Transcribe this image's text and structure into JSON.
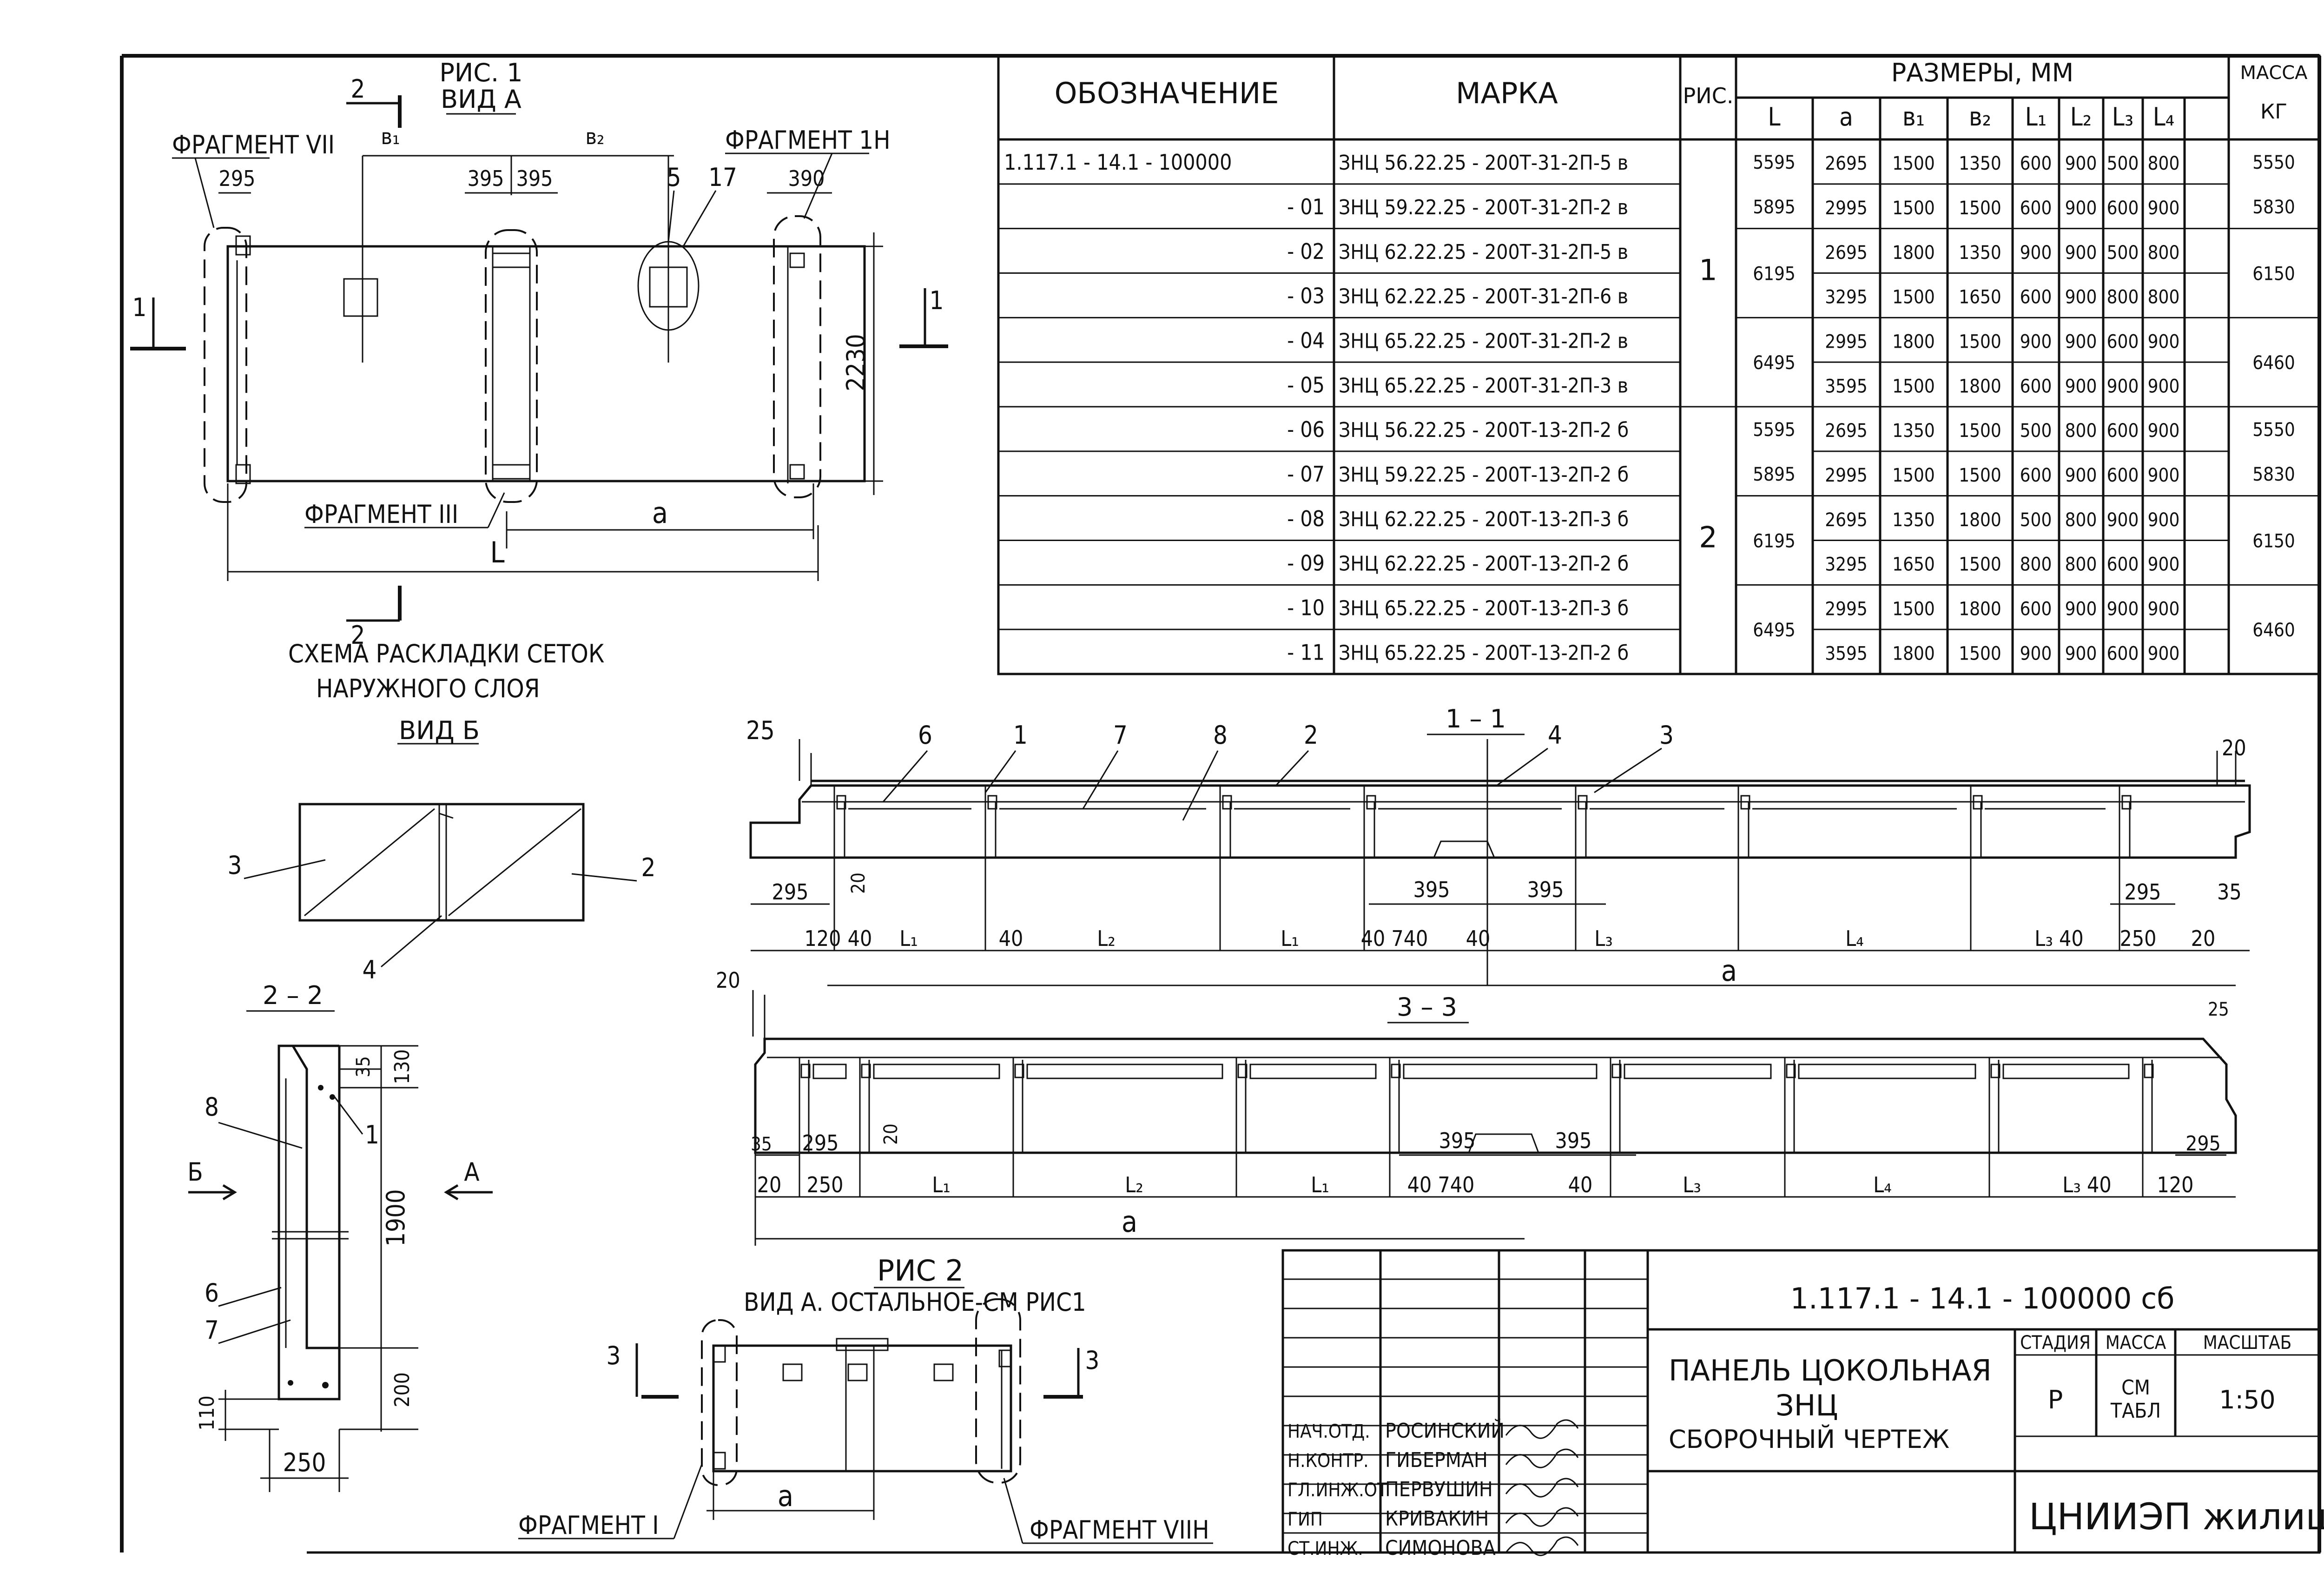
{
  "pic1": {
    "title": "РИС. 1",
    "view": "ВИД А",
    "fragment_vii": "ФРАГМЕНТ VII",
    "fragment_1n": "ФРАГМЕНТ 1Н",
    "fragment_iii": "ФРАГМЕНТ III",
    "dim_295": "295",
    "dim_395a": "395",
    "dim_395b": "395",
    "dim_390": "390",
    "dim_2230": "2230",
    "lbl_b1": "в₁",
    "lbl_b2": "в₂",
    "lbl_a": "а",
    "lbl_L": "L",
    "mark_5": "5",
    "mark_17": "17",
    "sec_1a": "1",
    "sec_1b": "1",
    "sec_2a": "2",
    "sec_2b": "2",
    "caption1": "СХЕМА  РАСКЛАДКИ  СЕТОК",
    "caption2": "НАРУЖНОГО  СЛОЯ"
  },
  "view_b": {
    "title": "ВИД Б",
    "m3": "3",
    "m2": "2",
    "m4": "4"
  },
  "sec22": {
    "title": "2 – 2",
    "m8": "8",
    "m1": "1",
    "m6": "6",
    "m7": "7",
    "arrow_b": "Б",
    "arrow_a": "А",
    "d35": "35",
    "d130": "130",
    "d1900": "1900",
    "d110": "110",
    "d200": "200",
    "d250": "250"
  },
  "pic2": {
    "title": "РИС 2",
    "subtitle": "ВИД А. ОСТАЛЬНОЕ-СМ РИС1",
    "fragment_1": "ФРАГМЕНТ I",
    "fragment_viin": "ФРАГМЕНТ VIIН",
    "lbl_a": "а",
    "s3a": "3",
    "s3b": "3"
  },
  "sec11": {
    "title": "1 – 1",
    "m25": "25",
    "m6": "6",
    "m1": "1",
    "m7": "7",
    "m8": "8",
    "m2": "2",
    "m4": "4",
    "m3": "3",
    "m20": "20",
    "d295": "295",
    "d20v": "20",
    "d395a": "395",
    "d395b": "395",
    "d295r": "295",
    "d35": "35",
    "bottom": [
      "120",
      "40",
      "L₁",
      "40",
      "L₂",
      "L₁",
      "40 740",
      "40",
      "L₃",
      "L₄",
      "L₃  40",
      "250",
      "20"
    ],
    "lbl_a": "а"
  },
  "sec33": {
    "title": "3 – 3",
    "m20": "20",
    "m25": "25",
    "d35": "35",
    "d295": "295",
    "d20v": "20",
    "d395a": "395",
    "d395b": "395",
    "d295r": "295",
    "bottom": [
      "20",
      "250",
      "L₁",
      "L₂",
      "L₁",
      "40  740",
      "40",
      "L₃",
      "L₄",
      "L₃  40",
      "120"
    ],
    "lbl_a": "а"
  },
  "table": {
    "headers": {
      "designation": "ОБОЗНАЧЕНИЕ",
      "mark": "МАРКА",
      "fig": "РИС.",
      "sizes": "РАЗМЕРЫ,  ММ",
      "mass": "МАССА",
      "mass_unit": "КГ"
    },
    "size_cols": [
      "L",
      "а",
      "в₁",
      "в₂",
      "L₁",
      "L₂",
      "L₃",
      "L₄"
    ],
    "rows": [
      {
        "des": "1.117.1 - 14.1 - 100000",
        "mark": "ЗНЦ 56.22.25 - 200Т-31-2П-5 в",
        "a": "2695",
        "b1": "1500",
        "b2": "1350",
        "l1": "600",
        "l2": "900",
        "l3": "500",
        "l4": "800"
      },
      {
        "des": "- 01",
        "mark": "ЗНЦ 59.22.25 - 200Т-31-2П-2 в",
        "a": "2995",
        "b1": "1500",
        "b2": "1500",
        "l1": "600",
        "l2": "900",
        "l3": "600",
        "l4": "900"
      },
      {
        "des": "- 02",
        "mark": "ЗНЦ 62.22.25 - 200Т-31-2П-5 в",
        "a": "2695",
        "b1": "1800",
        "b2": "1350",
        "l1": "900",
        "l2": "900",
        "l3": "500",
        "l4": "800"
      },
      {
        "des": "- 03",
        "mark": "ЗНЦ 62.22.25 - 200Т-31-2П-6 в",
        "a": "3295",
        "b1": "1500",
        "b2": "1650",
        "l1": "600",
        "l2": "900",
        "l3": "800",
        "l4": "800"
      },
      {
        "des": "- 04",
        "mark": "ЗНЦ 65.22.25 - 200Т-31-2П-2 в",
        "a": "2995",
        "b1": "1800",
        "b2": "1500",
        "l1": "900",
        "l2": "900",
        "l3": "600",
        "l4": "900"
      },
      {
        "des": "- 05",
        "mark": "ЗНЦ 65.22.25 - 200Т-31-2П-3 в",
        "a": "3595",
        "b1": "1500",
        "b2": "1800",
        "l1": "600",
        "l2": "900",
        "l3": "900",
        "l4": "900"
      },
      {
        "des": "- 06",
        "mark": "ЗНЦ 56.22.25 - 200Т-13-2П-2 б",
        "a": "2695",
        "b1": "1350",
        "b2": "1500",
        "l1": "500",
        "l2": "800",
        "l3": "600",
        "l4": "900"
      },
      {
        "des": "- 07",
        "mark": "ЗНЦ 59.22.25 - 200Т-13-2П-2 б",
        "a": "2995",
        "b1": "1500",
        "b2": "1500",
        "l1": "600",
        "l2": "900",
        "l3": "600",
        "l4": "900"
      },
      {
        "des": "- 08",
        "mark": "ЗНЦ 62.22.25 - 200Т-13-2П-3 б",
        "a": "2695",
        "b1": "1350",
        "b2": "1800",
        "l1": "500",
        "l2": "800",
        "l3": "900",
        "l4": "900"
      },
      {
        "des": "- 09",
        "mark": "ЗНЦ 62.22.25 - 200Т-13-2П-2 б",
        "a": "3295",
        "b1": "1650",
        "b2": "1500",
        "l1": "800",
        "l2": "800",
        "l3": "600",
        "l4": "900"
      },
      {
        "des": "- 10",
        "mark": "ЗНЦ 65.22.25 - 200Т-13-2П-3 б",
        "a": "2995",
        "b1": "1500",
        "b2": "1800",
        "l1": "600",
        "l2": "900",
        "l3": "900",
        "l4": "900"
      },
      {
        "des": "- 11",
        "mark": "ЗНЦ 65.22.25 - 200Т-13-2П-2 б",
        "a": "3595",
        "b1": "1800",
        "b2": "1500",
        "l1": "900",
        "l2": "900",
        "l3": "600",
        "l4": "900"
      }
    ],
    "fig_groups": [
      "1",
      "2"
    ],
    "L_groups": [
      "5595",
      "5895",
      "6195",
      "6495",
      "5595",
      "5895",
      "6195",
      "6495"
    ],
    "mass_groups": [
      "5550",
      "5830",
      "6150",
      "6460",
      "5550",
      "5830",
      "6150",
      "6460"
    ]
  },
  "title_block": {
    "doc_number": "1.117.1 - 14.1 - 100000 сб",
    "name_line1": "ПАНЕЛЬ  ЦОКОЛЬНАЯ",
    "name_line2": "ЗНЦ",
    "name_line3": "СБОРОЧНЫЙ  ЧЕРТЕЖ",
    "stage_h": "СТАДИЯ",
    "mass_h": "МАССА",
    "scale_h": "МАСШТАБ",
    "stage": "Р",
    "mass_v1": "СМ",
    "mass_v2": "ТАБЛ",
    "scale": "1:50",
    "org": "ЦНИИЭП жилища",
    "staff": [
      {
        "role": "НАЧ.ОТД.",
        "name": "РОСИНСКИЙ"
      },
      {
        "role": "Н.КОНТР.",
        "name": "ГИБЕРМАН"
      },
      {
        "role": "ГЛ.ИНЖ.ОТ",
        "name": "ПЕРВУШИН"
      },
      {
        "role": "ГИП",
        "name": "КРИВАКИН"
      },
      {
        "role": "СТ.ИНЖ.",
        "name": "СИМОНОВА"
      }
    ]
  }
}
